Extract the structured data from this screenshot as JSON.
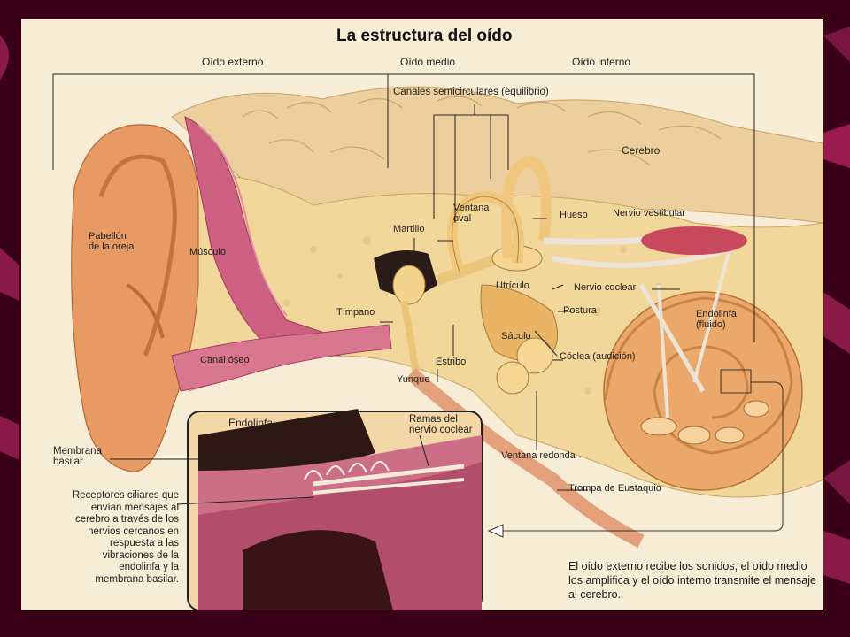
{
  "colors": {
    "frame": "#3a0018",
    "frame_stripe": "#8a1a48",
    "paper": "#f7ecd6",
    "skin": "#e9a26a",
    "bone": "#f3d28f",
    "muscle": "#c85a7a",
    "nerve": "#ece4d8"
  },
  "diagram": {
    "title": "La estructura del oído",
    "sections": {
      "outer": "Oído externo",
      "middle": "Oído medio",
      "inner": "Oído interno"
    },
    "labels": {
      "canales": "Canales semicirculares (equilibrio)",
      "cerebro": "Cerebro",
      "ventana_oval": "Ventana\noval",
      "hueso": "Hueso",
      "nervio_vestibular": "Nervio vestibular",
      "martillo": "Martillo",
      "pabellon": "Pabellón\nde la oreja",
      "musculo": "Músculo",
      "utriculo": "Utrículo",
      "nervio_coclear": "Nervio coclear",
      "postura": "Postura",
      "endolinfa_fluido": "Endolinfa\n(fluido)",
      "timpano": "Tímpano",
      "saculo": "Sáculo",
      "canal_oseo": "Canal óseo",
      "estribo": "Estribo",
      "coclea": "Cóclea (audición)",
      "yunque": "Yunque",
      "endolinfa": "Endolinfa",
      "ramas": "Ramas del\nnervio coclear",
      "membrana_basilar": "Membrana\nbasilar",
      "ventana_redonda": "Ventana redonda",
      "trompa": "Trompa de Eustaquio",
      "receptores": "Receptores ciliares que\nenvían mensajes al\ncerebro a través de los\nnervios cercanos en\nrespuesta a las\nvibraciones de la\nendolinfa y la\nmembrana basilar."
    },
    "caption": "El oído externo recibe los sonidos, el oído medio los amplifica y el oído interno transmite el mensaje al cerebro."
  }
}
